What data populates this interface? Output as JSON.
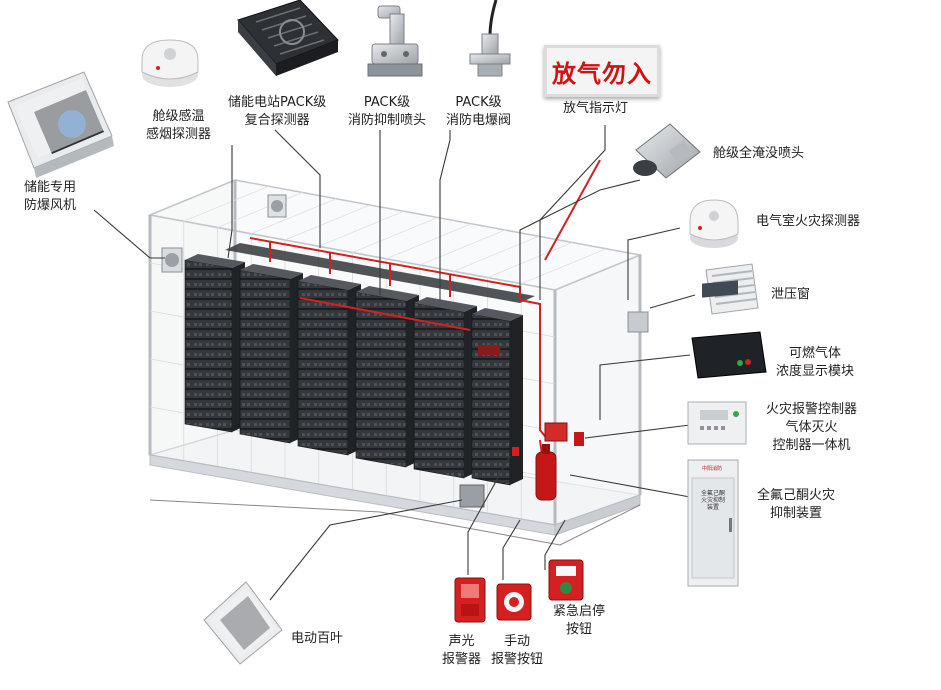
{
  "labels": {
    "explosion_fan": [
      "储能专用",
      "防爆风机"
    ],
    "cabin_detector": [
      "舱级感温",
      "感烟探测器"
    ],
    "pack_composite": [
      "储能电站PACK级",
      "复合探测器"
    ],
    "pack_nozzle": [
      "PACK级",
      "消防抑制喷头"
    ],
    "pack_valve": [
      "PACK级",
      "消防电爆阀"
    ],
    "indicator_light": [
      "放气指示灯"
    ],
    "flood_nozzle": [
      "舱级全淹没喷头"
    ],
    "electric_detector": [
      "电气室火灾探测器"
    ],
    "pressure_window": [
      "泄压窗"
    ],
    "gas_display": [
      "可燃气体",
      "浓度显示模块"
    ],
    "fire_controller": [
      "火灾报警控制器",
      "气体灭火",
      "控制器一体机"
    ],
    "suppression_device": [
      "全氟己酮火灾",
      "抑制装置"
    ],
    "louver": [
      "电动百叶"
    ],
    "sound_light_alarm": [
      "声光",
      "报警器"
    ],
    "manual_alarm": [
      "手动",
      "报警按钮"
    ],
    "emergency_button": [
      "紧急启停",
      "按钮"
    ]
  },
  "sign_text": "放气勿入",
  "panel_text": "全氟己酮火灾抑制装置",
  "panel_brand": "中阳消防",
  "colors": {
    "pipe_red": "#d42020",
    "leader_line": "#3a3a3a",
    "frame": "#c9cdd2",
    "battery": "#2c2f33",
    "sign_text": "#d41010"
  }
}
